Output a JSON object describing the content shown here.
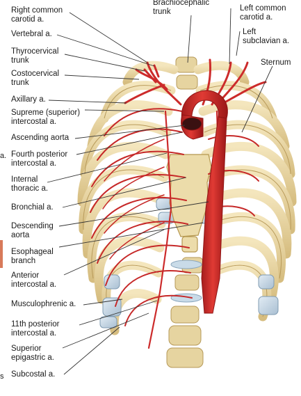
{
  "colors": {
    "rib": "#ead8a6",
    "rib_shadow": "#c9ad70",
    "cartilage": "#c8d8e6",
    "artery": "#cc2b2b",
    "artery_dark": "#8e1414",
    "leader": "#333333"
  },
  "labels": {
    "right_common_carotid": {
      "line1": "Right common",
      "line2": "carotid a."
    },
    "vertebral": {
      "line1": "Vertebral a."
    },
    "thyrocervical": {
      "line1": "Thyrocervical",
      "line2": "trunk"
    },
    "costocervical": {
      "line1": "Costocervical",
      "line2": "trunk"
    },
    "axillary": {
      "line1": "Axillary a."
    },
    "supreme_intercostal": {
      "line1": "Supreme (superior)",
      "line2": "intercostal a."
    },
    "ascending_aorta": {
      "line1": "Ascending aorta"
    },
    "fourth_posterior_intercostal": {
      "line1": "Fourth posterior",
      "line2": "intercostal a."
    },
    "internal_thoracic": {
      "line1": "Internal",
      "line2": "thoracic a."
    },
    "bronchial": {
      "line1": "Bronchial a."
    },
    "descending_aorta": {
      "line1": "Descending",
      "line2": "aorta"
    },
    "esophageal_branch": {
      "line1": "Esophageal",
      "line2": "branch"
    },
    "anterior_intercostal": {
      "line1": "Anterior",
      "line2": "intercostal a."
    },
    "musculophrenic": {
      "line1": "Musculophrenic a."
    },
    "eleventh_posterior_intercostal": {
      "line1": "11th posterior",
      "line2": "intercostal a."
    },
    "superior_epigastric": {
      "line1": "Superior",
      "line2": "epigastric a."
    },
    "subcostal": {
      "line1": "Subcostal a."
    },
    "brachiocephalic_trunk": {
      "line1": "Brachiocephalic",
      "line2": "trunk"
    },
    "left_common_carotid": {
      "line1": "Left common",
      "line2": "carotid a."
    },
    "left_subclavian": {
      "line1": "Left",
      "line2": "subclavian a."
    },
    "sternum": {
      "line1": "Sternum"
    }
  },
  "edge_fragments": {
    "left_mid": "a.",
    "left_bottom": "s"
  }
}
